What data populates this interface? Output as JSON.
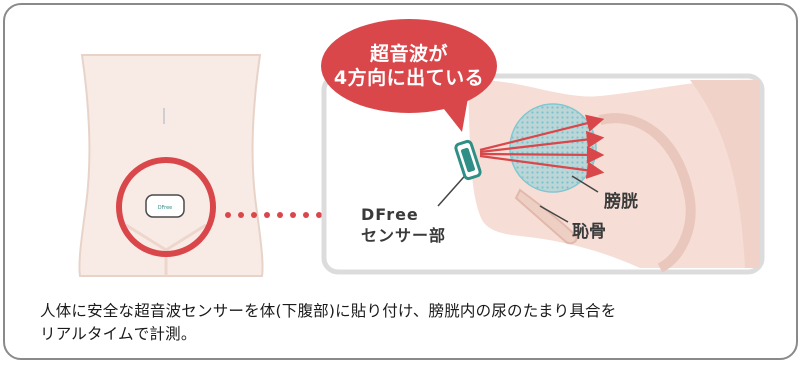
{
  "bubble": {
    "line1": "超音波が",
    "line2": "4方向に出ている"
  },
  "labels": {
    "sensor_line1": "DFree",
    "sensor_line2": "センサー部",
    "bladder": "膀胱",
    "pubic_bone": "恥骨"
  },
  "device_text": "DFree",
  "caption": {
    "line1": "人体に安全な超音波センサーを体(下腹部)に貼り付け、膀胱内の尿のたまり具合を",
    "line2": "リアルタイムで計測。"
  },
  "colors": {
    "accent_red": "#d9474b",
    "skin": "#f8ebe5",
    "bladder_fill": "#8dcfd8",
    "sensor_green": "#2f8f86",
    "frame_gray": "#dcdcdc"
  }
}
